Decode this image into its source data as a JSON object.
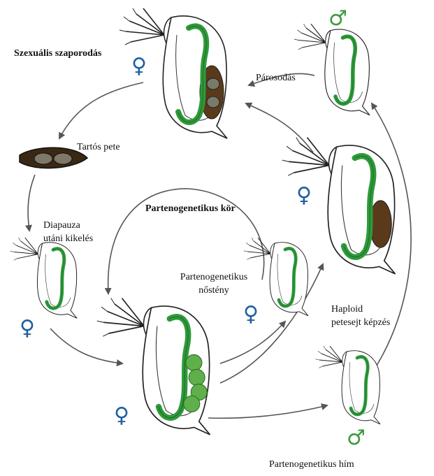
{
  "labels": {
    "sexual": "Szexuális szaporodás",
    "mating": "Párosodás",
    "resting_egg": "Tartós pete",
    "diapause_line1": "Diapauza",
    "diapause_line2": "utáni kikelés",
    "parthenogenetic_cycle": "Partenogenetikus kör",
    "parth_female_line1": "Partenogenetikus",
    "parth_female_line2": "nőstény",
    "haploid_line1": "Haploid",
    "haploid_line2": "petesejt képzés",
    "parth_male": "Partenogenetikus hím"
  },
  "symbols": {
    "female": "♀",
    "male": "♂"
  },
  "colors": {
    "female_symbol": "#1f5fa0",
    "male_symbol": "#3c9a3c",
    "gut": "#2e9a3a",
    "brood_dark": "#5a3a1a",
    "brood_egg_green": "#5fb04a",
    "arrow": "#555555",
    "outline": "#222222"
  },
  "icons": {
    "organism": "daphnia-icon",
    "resting_egg": "ephippium-icon"
  }
}
